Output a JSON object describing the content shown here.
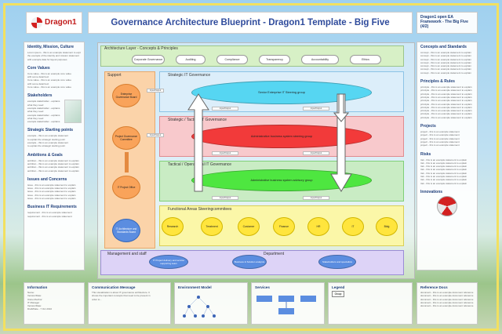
{
  "header": {
    "logo_text": "Dragon1",
    "title": "Governance Architecture Blueprint - Dragon1 Template - Big Five"
  },
  "left": {
    "identity": {
      "title": "Identity, Mission, Culture",
      "lines": [
        "Lorem ipsum - this is an example statement to explain",
        "the example of the identity and mission statement",
        "with example data for layout purposes"
      ]
    },
    "core_values": {
      "title": "Core Values",
      "lines": [
        "Core value - this is an example core value",
        "with some detail text",
        "Core value - this is an example core value",
        "with some detail text",
        "Core value - this is an example core value"
      ]
    },
    "stakeholders": {
      "title": "Stakeholders",
      "lines": [
        "example stakeholder - explains",
        "what they need",
        "example stakeholder - explains",
        "what they need",
        "example stakeholder - explains",
        "what they need",
        "example stakeholder - explains"
      ]
    },
    "strategic_starting_points": {
      "title": "Strategic Starting points",
      "lines": [
        "example - this is an example statement",
        "to explain the strategic starting point",
        "example - this is an example statement",
        "to explain the strategic starting point"
      ]
    },
    "ambitions": {
      "title": "Ambitions & Goals",
      "lines": [
        "ambition - this is an example statement to explain",
        "ambition - this is an example statement to explain",
        "ambition - this is an example statement to explain",
        "ambition - this is an example statement to explain"
      ]
    },
    "issues": {
      "title": "Issues and Concerns",
      "lines": [
        "issue - this is an example statement to explain",
        "issue - this is an example statement to explain",
        "issue - this is an example statement to explain",
        "issue - this is an example statement to explain",
        "issue - this is an example statement to explain"
      ]
    },
    "business_it": {
      "title": "Business IT Requirements",
      "lines": [
        "requirement - this is an example statement",
        "requirement - this is an example statement"
      ]
    }
  },
  "right": {
    "framework": {
      "title": "Dragon1 open EA Framework - The Big Five (4/2)"
    },
    "concepts": {
      "title": "Concepts and Standards",
      "lines": [
        "concept - this is an example statement to explain",
        "concept - this is an example statement to explain",
        "concept - this is an example statement to explain",
        "concept - this is an example statement to explain",
        "concept - this is an example statement to explain",
        "concept - this is an example statement to explain",
        "concept - this is an example statement to explain"
      ]
    },
    "principles": {
      "title": "Principles & Rules",
      "lines": [
        "principle - this is an example statement to explain",
        "principle - this is an example statement to explain",
        "principle - this is an example statement to explain",
        "principle - this is an example statement to explain",
        "principle - this is an example statement to explain",
        "principle - this is an example statement to explain",
        "principle - this is an example statement to explain",
        "principle - this is an example statement to explain",
        "principle - this is an example statement to explain",
        "principle - this is an example statement to explain"
      ]
    },
    "projects": {
      "title": "Projects",
      "lines": [
        "project - this is an example statement",
        "project - this is an example statement",
        "project - this is an example statement",
        "project - this is an example statement",
        "project - this is an example statement"
      ]
    },
    "risks": {
      "title": "Risks",
      "lines": [
        "risk - this is an example statement to explain",
        "risk - this is an example statement to explain",
        "risk - this is an example statement to explain",
        "risk - this is an example statement to explain",
        "risk - this is an example statement to explain",
        "risk - this is an example statement to explain",
        "risk - this is an example statement to explain",
        "risk - this is an example statement to explain"
      ]
    },
    "innovations": {
      "title": "Innovations"
    },
    "reference_docs": {
      "title": "Reference Docs",
      "lines": [
        "document - this is an example document reference",
        "document - this is an example document reference",
        "document - this is an example document reference",
        "document - this is an example document reference",
        "document - this is an example document reference"
      ]
    }
  },
  "diagram": {
    "architecture_layer": "Architecture Layer - Concepts & Principles",
    "concepts": [
      "Corporate Governance",
      "Auditing",
      "Compliance",
      "Transparency",
      "Accountability",
      "Ethics"
    ],
    "support_label": "Support",
    "strategic_label": "Strategic IT Governance",
    "strategic_ellipse": "Senior Enterprise IT Steering group",
    "tactical_label": "Strategic / Tactical IT Governance",
    "tactical_ellipse": "Administrative business system steering group",
    "operational_label": "Tactical / Operational IT Governance",
    "operational_ellipse": "Administrative business system advisory group",
    "functional_label": "Functional Areas Steeringcommitees",
    "functional_areas": [
      "Research",
      "Treatment",
      "Customer",
      "Finance",
      "HR",
      "IT",
      "Bldg"
    ],
    "support_items": [
      "Enterprise Governance Board",
      "Project Governance Committee",
      "IT Project Office",
      "IT Architecture and Standards Board"
    ],
    "management_label": "Management and staff",
    "department_label": "Department",
    "management_items": [
      "IT Project delivery and service supporting team",
      "Business & Solution analysts",
      "Stakeholders and specialists"
    ],
    "tags": [
      "Input/Output",
      "Input/Output",
      "Input/Output",
      "Input/Output",
      "Input/Output",
      "Input/Output",
      "Input/Output",
      "Input/Output"
    ]
  },
  "bottom": {
    "information": {
      "title": "Information",
      "lines": [
        "Name:",
        "Version/Date:",
        "Owner/Author:",
        "IT Manager",
        "Version/Date:",
        "Draft/Date - 7 Oct 2010"
      ]
    },
    "communication": {
      "title": "Communication Message",
      "lines": [
        "This visualization is about IT governance architecture. It",
        "shows the important concepts that need to be present in",
        "order to..."
      ]
    },
    "environment": {
      "title": "Environment Model"
    },
    "services": {
      "title": "Services"
    },
    "legend": {
      "title": "Legend",
      "group_label": "Group"
    }
  },
  "colors": {
    "strategic_band": "#dceefa",
    "tactical_band": "#f8c9cc",
    "operational_band": "#c9ecc4",
    "functional_band": "#fbf7a8",
    "management_band": "#ddd3f7",
    "cyan": "#56d6f2",
    "red": "#f23a3a",
    "green": "#4ee640",
    "orange": "#f9a35a",
    "yellow": "#ffe53d"
  }
}
